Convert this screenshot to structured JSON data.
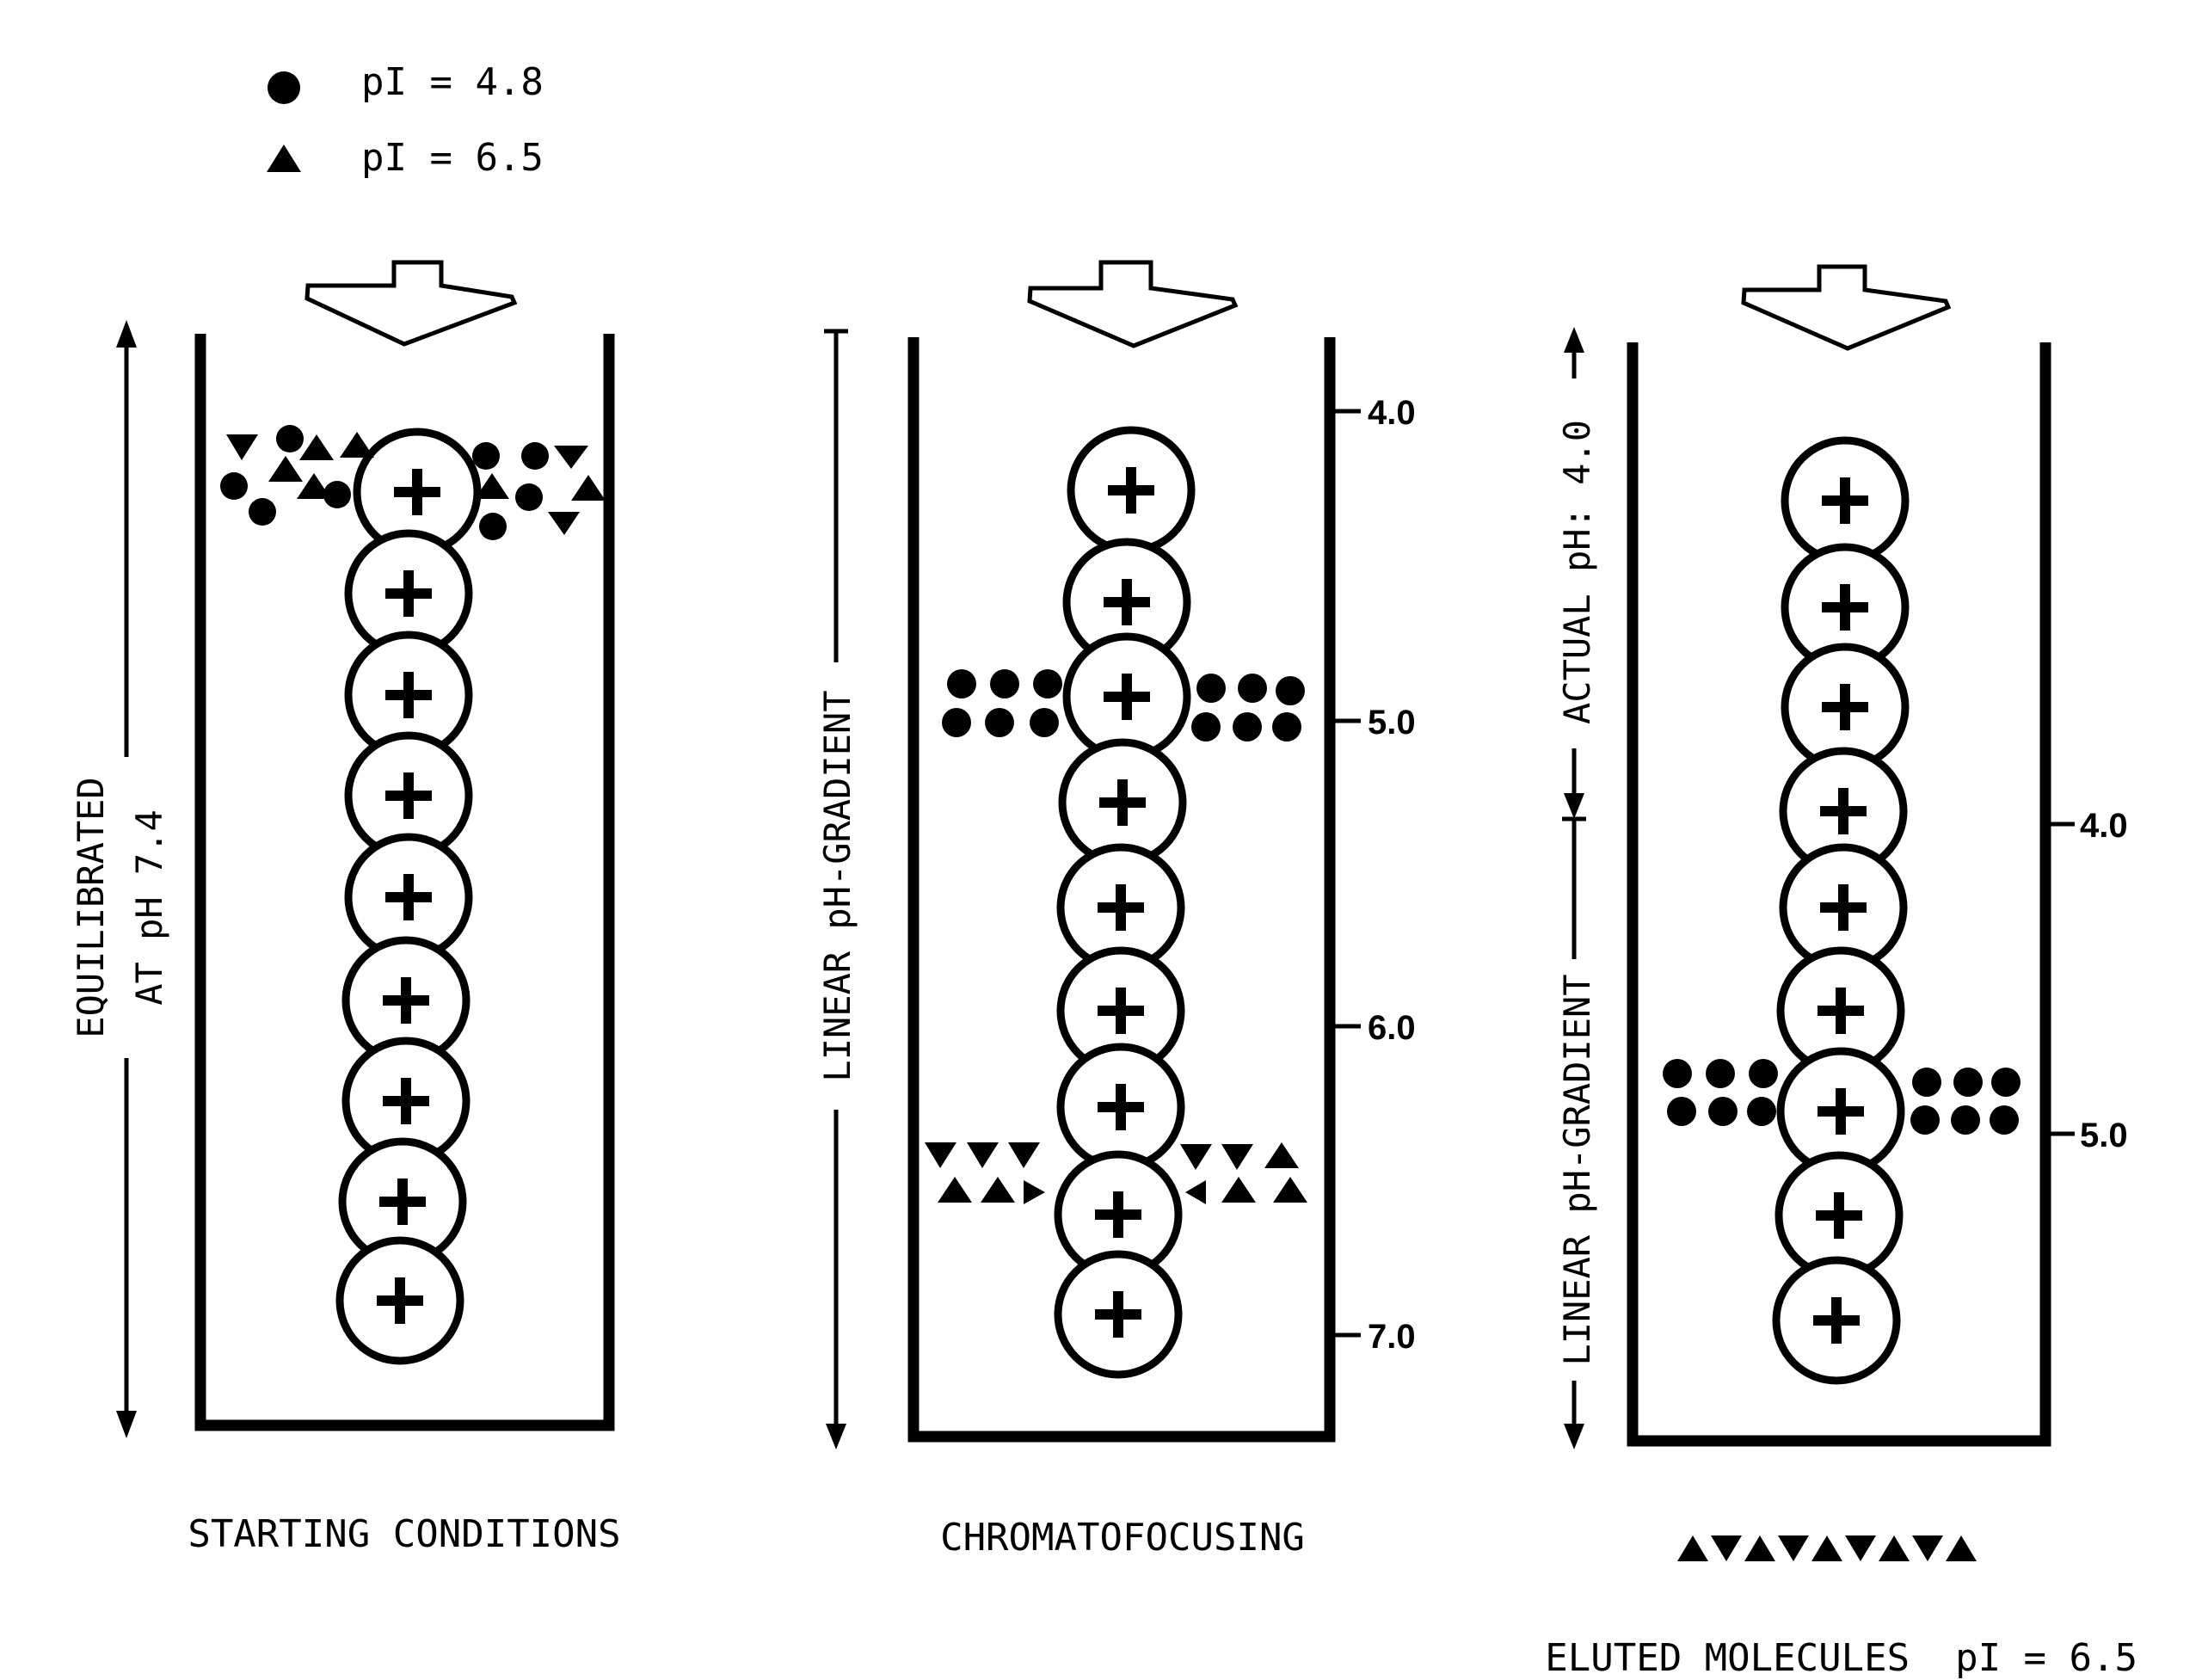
{
  "legend": [
    {
      "symbol": "circle",
      "label": "pI = 4.8"
    },
    {
      "symbol": "triangle",
      "label": "pI = 6.5"
    }
  ],
  "panels": [
    {
      "id": "starting",
      "caption": "STARTING CONDITIONS",
      "side_label_lines": [
        "EQUILIBRATED",
        "AT pH 7.4"
      ],
      "ticks": []
    },
    {
      "id": "chromatofocusing",
      "caption": "CHROMATOFOCUSING",
      "side_label_lines": [
        "LINEAR pH-GRADIENT"
      ],
      "ticks": [
        "4.0",
        "5.0",
        "6.0",
        "7.0"
      ]
    },
    {
      "id": "elution",
      "caption": "",
      "side_label_upper": "ACTUAL pH: 4.0",
      "side_label_lower": "LINEAR pH-GRADIENT",
      "ticks": [
        "4.0",
        "5.0"
      ]
    }
  ],
  "bead_symbol": "+",
  "eluted": {
    "label": "ELUTED MOLECULES  pI = 6.5",
    "triangle_count": 9
  }
}
